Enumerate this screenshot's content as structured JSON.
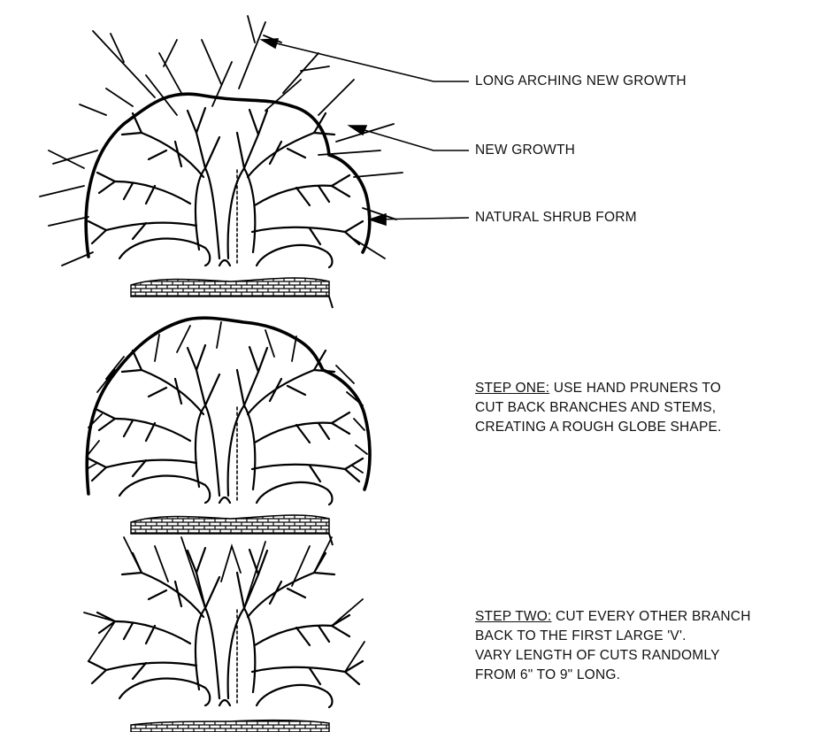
{
  "callouts": {
    "long_arching": "LONG ARCHING NEW GROWTH",
    "new_growth": "NEW GROWTH",
    "natural_form": "NATURAL SHRUB FORM"
  },
  "step_one": {
    "heading": "STEP ONE:",
    "line1": " USE HAND PRUNERS TO",
    "line2": "CUT BACK BRANCHES AND STEMS,",
    "line3": "CREATING A ROUGH GLOBE SHAPE."
  },
  "step_two": {
    "heading": "STEP TWO:",
    "line1": " CUT EVERY OTHER BRANCH",
    "line2": "BACK TO THE FIRST LARGE 'V'.",
    "line3": "VARY LENGTH OF CUTS RANDOMLY",
    "line4": "FROM 6\" TO 9\" LONG."
  }
}
